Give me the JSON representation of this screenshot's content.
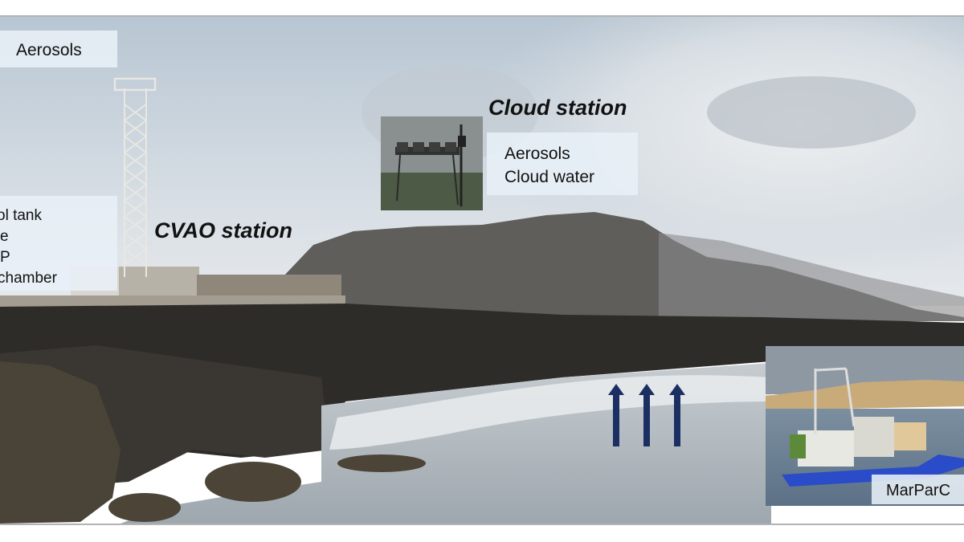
{
  "aerosols_label": "Aerosols",
  "cvao": {
    "title": "CVAO station",
    "instrument_lines": [
      "ol tank",
      "e",
      "P",
      "chamber"
    ]
  },
  "cloud": {
    "title": "Cloud station",
    "lines": [
      "Aerosols",
      "Cloud water"
    ]
  },
  "marparc": {
    "label": "MarParC"
  },
  "colors": {
    "sky": "#c9d3dd",
    "mountain": "#5b5a57",
    "rock": "#2b2926",
    "sea": "#b9c2c8",
    "arrow": "#1c2f63",
    "frame": "#9a9a9a"
  },
  "icons": [
    "upward-arrow-icon"
  ]
}
